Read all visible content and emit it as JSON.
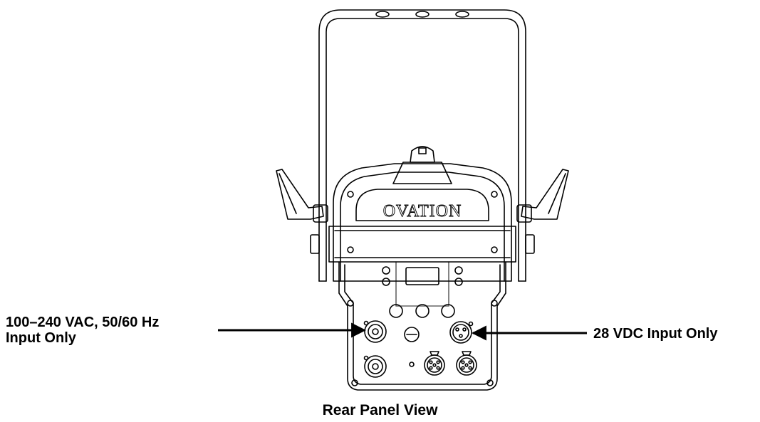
{
  "callouts": {
    "ac_input_line1": "100–240 VAC, 50/60 Hz",
    "ac_input_line2": "Input Only",
    "dc_input": "28 VDC Input Only"
  },
  "fixture": {
    "brand": "OVATION"
  },
  "caption": "Rear Panel View",
  "colors": {
    "ink": "#000000",
    "background": "#ffffff"
  }
}
